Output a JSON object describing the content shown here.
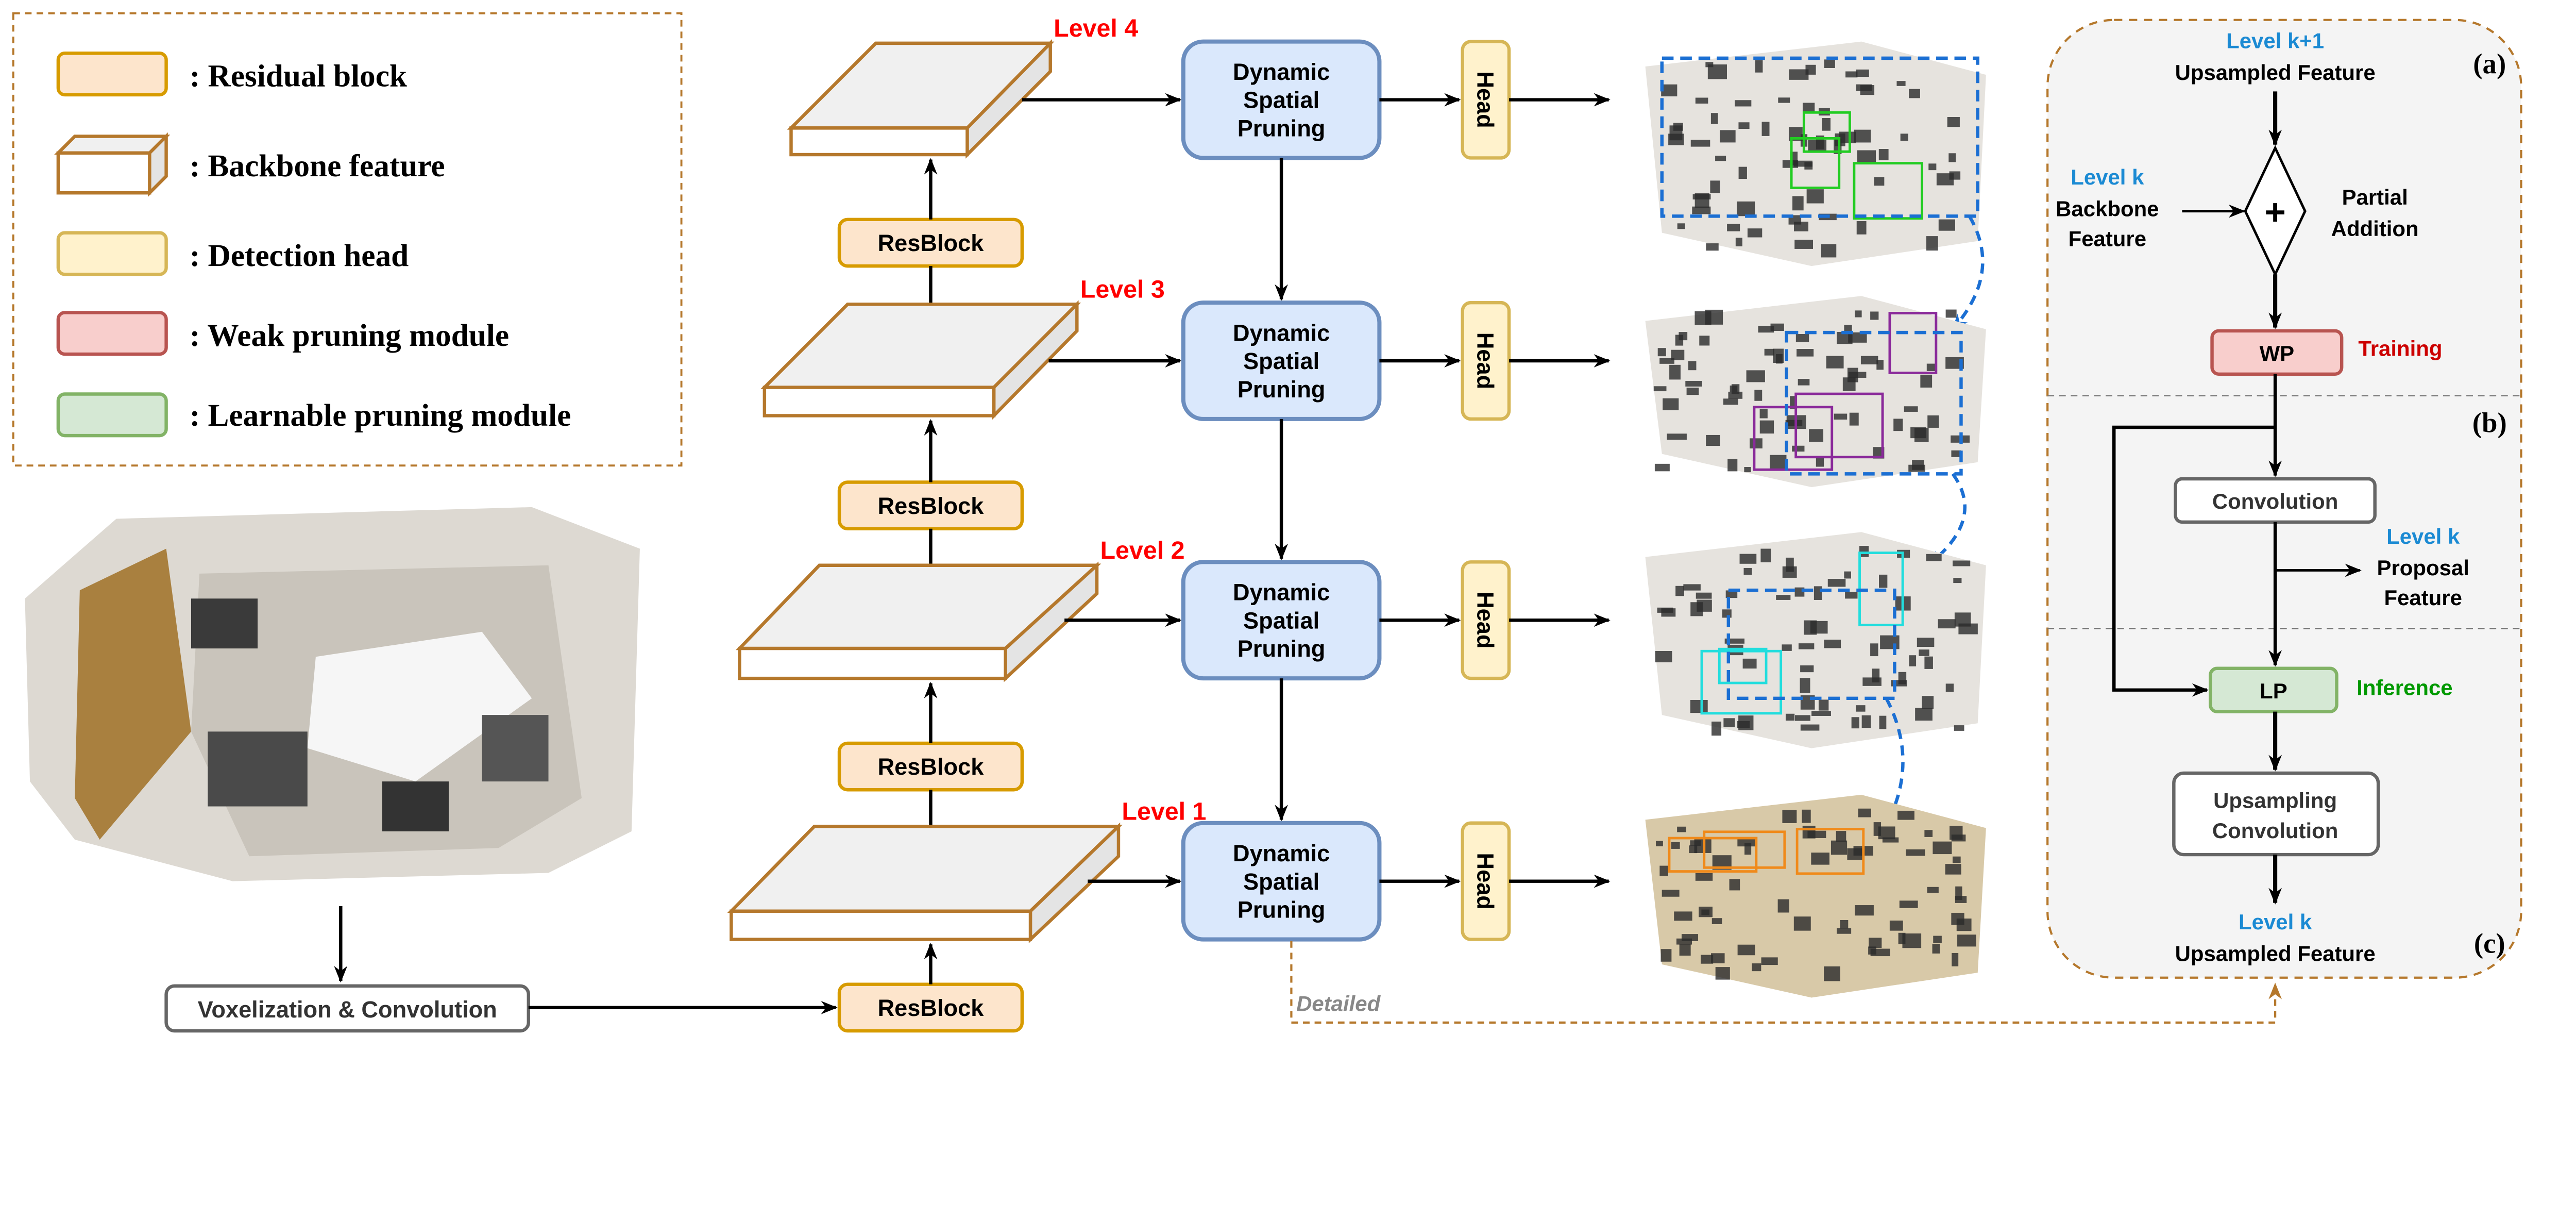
{
  "legend": {
    "items": [
      {
        "label": ": Residual block",
        "kind": "residual-block",
        "fill": "#fde5cc",
        "stroke": "#d79b00"
      },
      {
        "label": ": Backbone feature",
        "kind": "backbone-feature",
        "fill": "#ffffff",
        "stroke": "#b5782c"
      },
      {
        "label": ": Detection head",
        "kind": "detection-head",
        "fill": "#fff2cc",
        "stroke": "#d6b656"
      },
      {
        "label": ": Weak pruning module",
        "kind": "weak-pruning",
        "fill": "#f8cecc",
        "stroke": "#b85450"
      },
      {
        "label": ": Learnable pruning module",
        "kind": "learnable-pruning",
        "fill": "#d5e8d4",
        "stroke": "#82b366"
      }
    ]
  },
  "pipeline": {
    "voxelization_label": "Voxelization & Convolution",
    "resblock_label": "ResBlock",
    "head_label": "Head",
    "dsp_lines": [
      "Dynamic",
      "Spatial",
      "Pruning"
    ],
    "levels": [
      "Level 4",
      "Level 3",
      "Level 2",
      "Level 1"
    ],
    "detailed_label": "Detailed"
  },
  "detail_panel": {
    "top_level": "Level k+1",
    "top_feature": "Upsampled Feature",
    "backbone_level": "Level k",
    "backbone_lines": [
      "Backbone",
      "Feature"
    ],
    "partial_lines": [
      "Partial",
      "Addition"
    ],
    "plus": "+",
    "wp_label": "WP",
    "training_label": "Training",
    "conv_label": "Convolution",
    "proposal_level": "Level k",
    "proposal_lines": [
      "Proposal",
      "Feature"
    ],
    "lp_label": "LP",
    "inference_label": "Inference",
    "upconv_lines": [
      "Upsampling",
      "Convolution"
    ],
    "bottom_level": "Level k",
    "bottom_feature": "Upsampled Feature",
    "tags": [
      "(a)",
      "(b)",
      "(c)"
    ]
  },
  "colors": {
    "level_label": "#ff0000",
    "level_k": "#1b8ad3",
    "training": "#cc0000",
    "inference": "#009900",
    "dsp_fill": "#dae8fc",
    "dsp_stroke": "#6c8ebf",
    "dashed_orange": "#b5782c"
  }
}
